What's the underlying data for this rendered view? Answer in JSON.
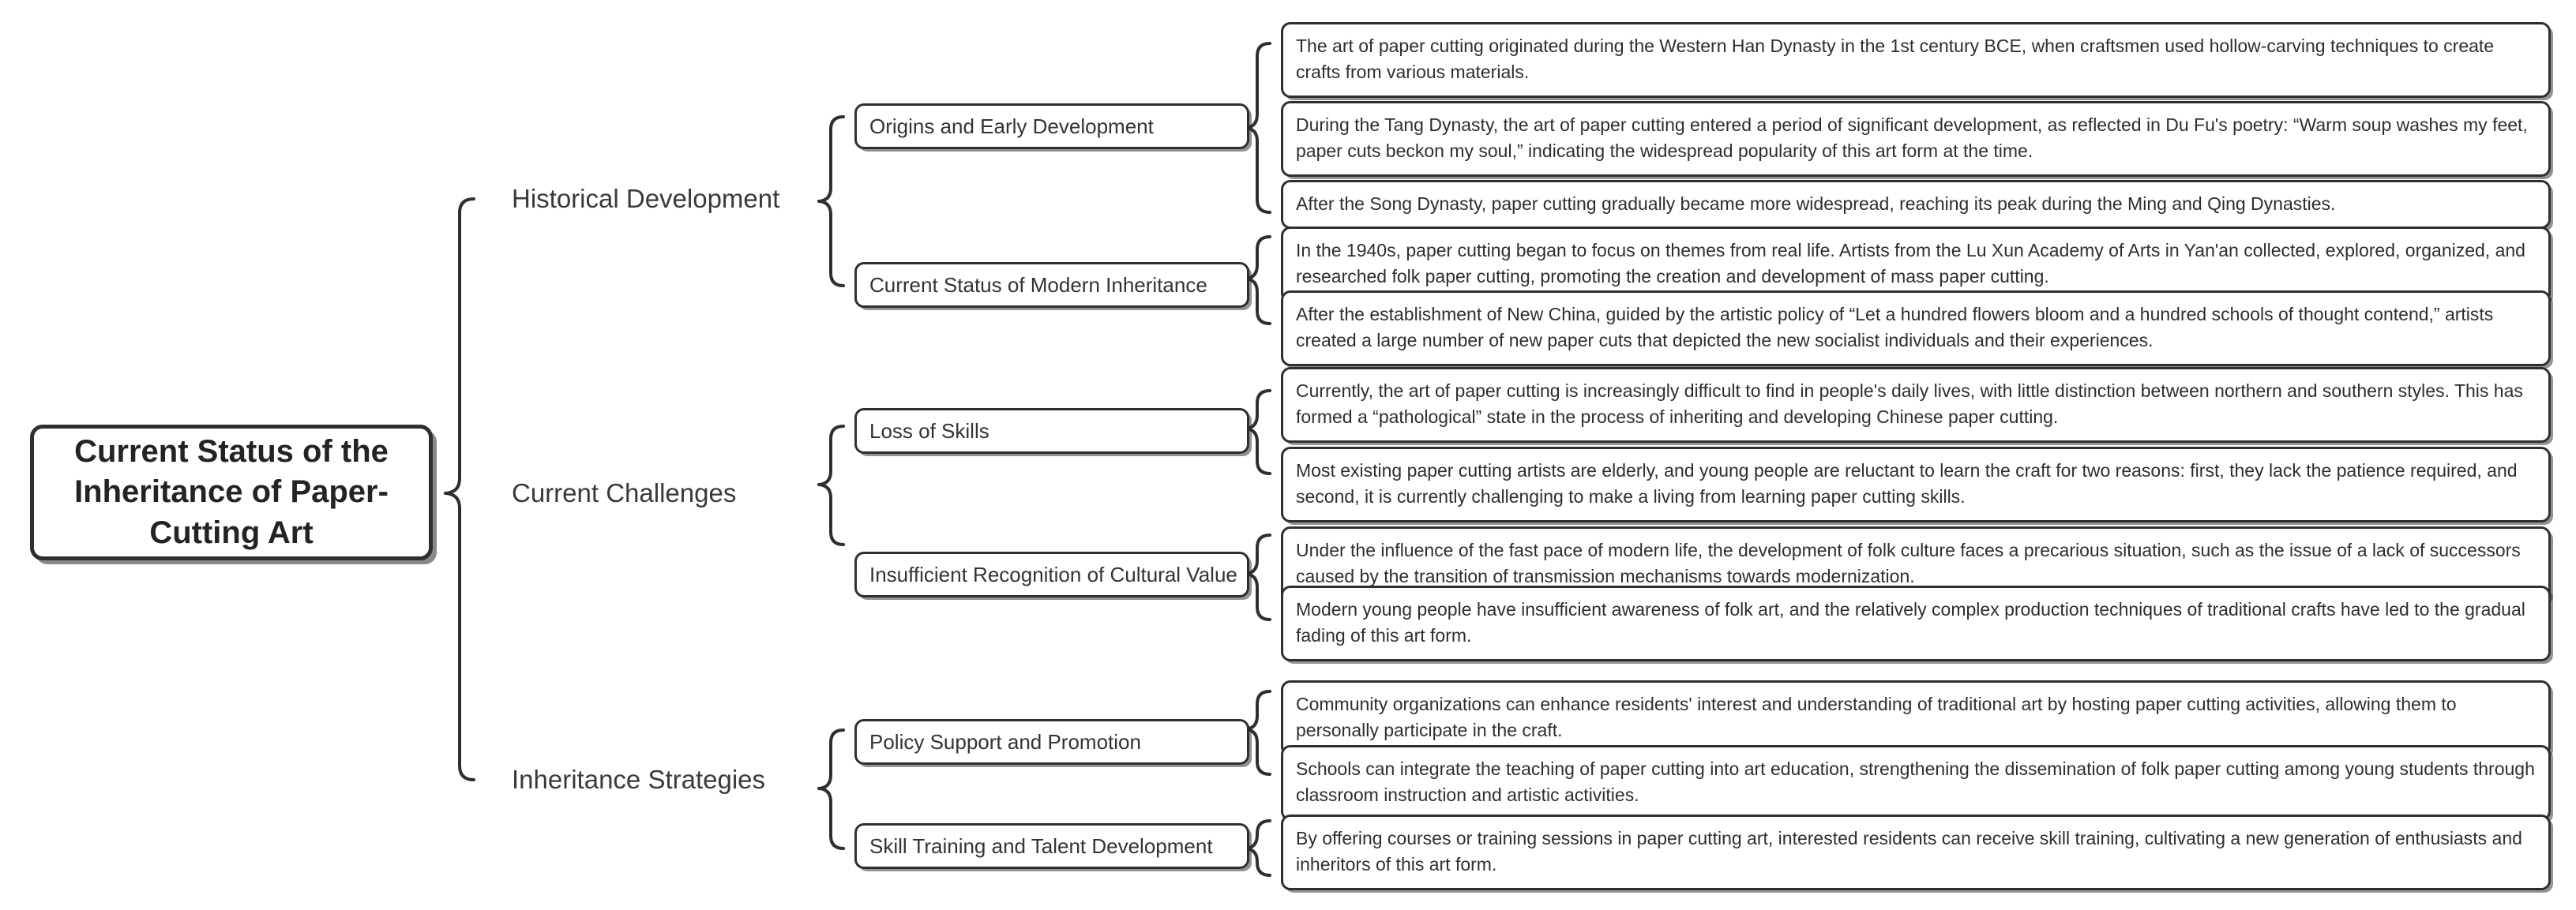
{
  "diagram": {
    "type": "mindmap",
    "root": {
      "label": "Current Status of the Inheritance of Paper-Cutting Art"
    },
    "branches": [
      {
        "label": "Historical Development"
      },
      {
        "label": "Current Challenges"
      },
      {
        "label": "Inheritance Strategies"
      }
    ],
    "subnodes": [
      {
        "label": "Origins and Early Development"
      },
      {
        "label": "Current Status of Modern Inheritance"
      },
      {
        "label": "Loss of Skills"
      },
      {
        "label": "Insufficient Recognition of Cultural Value"
      },
      {
        "label": "Policy Support and Promotion"
      },
      {
        "label": "Skill Training and Talent Development"
      }
    ],
    "details": [
      {
        "text": "The art of paper cutting originated during the Western Han Dynasty in the 1st century BCE, when craftsmen used hollow-carving techniques to create crafts from various materials."
      },
      {
        "text": "During the Tang Dynasty, the art of paper cutting entered a period of significant development, as reflected in Du Fu's poetry: “Warm soup washes my feet, paper cuts beckon my soul,” indicating the widespread popularity of this art form at the time."
      },
      {
        "text": "After the Song Dynasty, paper cutting gradually became more widespread, reaching its peak during the Ming and Qing Dynasties."
      },
      {
        "text": "In the 1940s, paper cutting began to focus on themes from real life. Artists from the Lu Xun Academy of Arts in Yan'an collected, explored, organized, and researched folk paper cutting, promoting the creation and development of mass paper cutting."
      },
      {
        "text": "After the establishment of New China, guided by the artistic policy of “Let a hundred flowers bloom and a hundred schools of thought contend,” artists created a large number of new paper cuts that depicted the new socialist individuals and their experiences."
      },
      {
        "text": "Currently, the art of paper cutting is increasingly difficult to find in people's daily lives, with little distinction between northern and southern styles. This has formed a “pathological” state in the process of inheriting and developing Chinese paper cutting."
      },
      {
        "text": "Most existing paper cutting artists are elderly, and young people are reluctant to learn the craft for two reasons: first, they lack the patience required, and second, it is currently challenging to make a living from learning paper cutting skills."
      },
      {
        "text": "Under the influence of the fast pace of modern life, the development of folk culture faces a precarious situation, such as the issue of a lack of successors caused by the transition of transmission mechanisms towards modernization."
      },
      {
        "text": "Modern young people have insufficient awareness of folk art, and the relatively complex production techniques of traditional crafts have led to the gradual fading of this art form."
      },
      {
        "text": "Community organizations can enhance residents' interest and understanding of traditional art by hosting paper cutting activities, allowing them to personally participate in the craft."
      },
      {
        "text": "Schools can integrate the teaching of paper cutting into art education, strengthening the dissemination of folk paper cutting among young students through classroom instruction and artistic activities."
      },
      {
        "text": "By offering courses or training sessions in paper cutting art, interested residents can receive skill training, cultivating a new generation of enthusiasts and inheritors of this art form."
      }
    ],
    "colors": {
      "stroke": "#2f2f2f",
      "text": "#2e2e2e",
      "background": "#ffffff"
    }
  }
}
